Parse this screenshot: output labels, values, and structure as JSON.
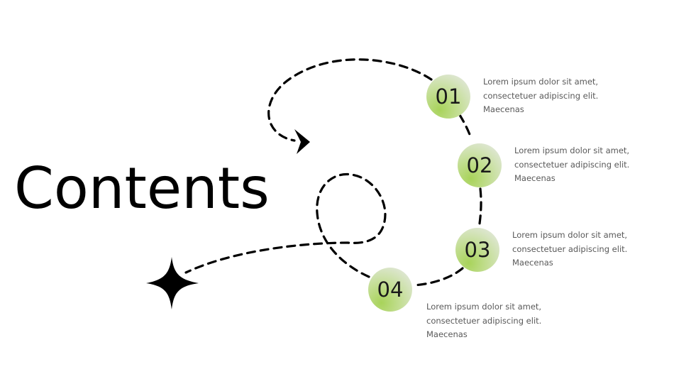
{
  "title": "Contents",
  "accent_colors": {
    "circle_green": "#a8d35a",
    "circle_light": "#e2e6d9",
    "path_stroke": "#000000",
    "body_text": "#595959"
  },
  "items": [
    {
      "number": "01",
      "text": "Lorem ipsum dolor sit amet,\nconsectetuer adipiscing elit.\nMaecenas"
    },
    {
      "number": "02",
      "text": "Lorem ipsum dolor sit amet,\nconsectetuer adipiscing elit.\nMaecenas"
    },
    {
      "number": "03",
      "text": "Lorem ipsum dolor sit amet,\nconsectetuer adipiscing elit.\nMaecenas"
    },
    {
      "number": "04",
      "text": "Lorem ipsum dolor sit amet,\nconsectetuer adipiscing elit.\nMaecenas"
    }
  ],
  "decorations": {
    "star_icon": "four-point-star-icon",
    "arrow_icon": "arrowhead-icon"
  }
}
